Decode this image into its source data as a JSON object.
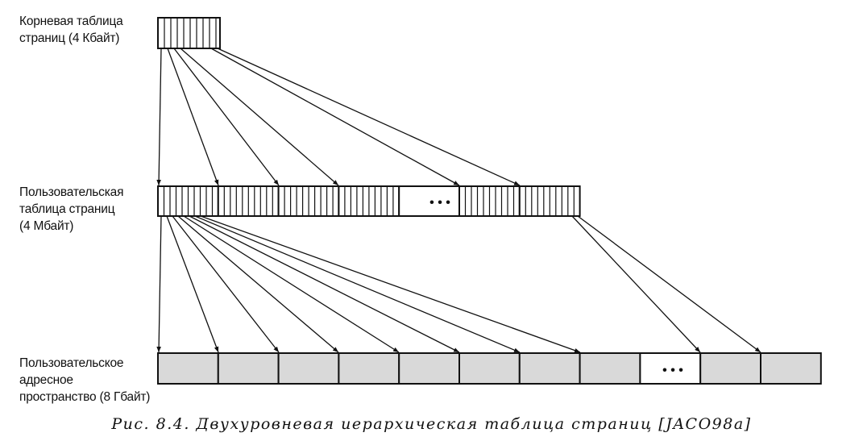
{
  "labels": {
    "root_line1": "Корневая таблица",
    "root_line2": "страниц (4 Кбайт)",
    "user_pt_line1": "Пользовательская",
    "user_pt_line2": "таблица страниц",
    "user_pt_line3": "(4 Мбайт)",
    "addr_line1": "Пользовательское",
    "addr_line2": "адресное",
    "addr_line3": "пространство (8 Гбайт)"
  },
  "ellipsis": "• • •",
  "caption": "Рис. 8.4. Двухуровневая иерархическая таблица страниц [JACO98a]",
  "colors": {
    "ink": "#111111",
    "space_fill": "#d9d9d9"
  }
}
